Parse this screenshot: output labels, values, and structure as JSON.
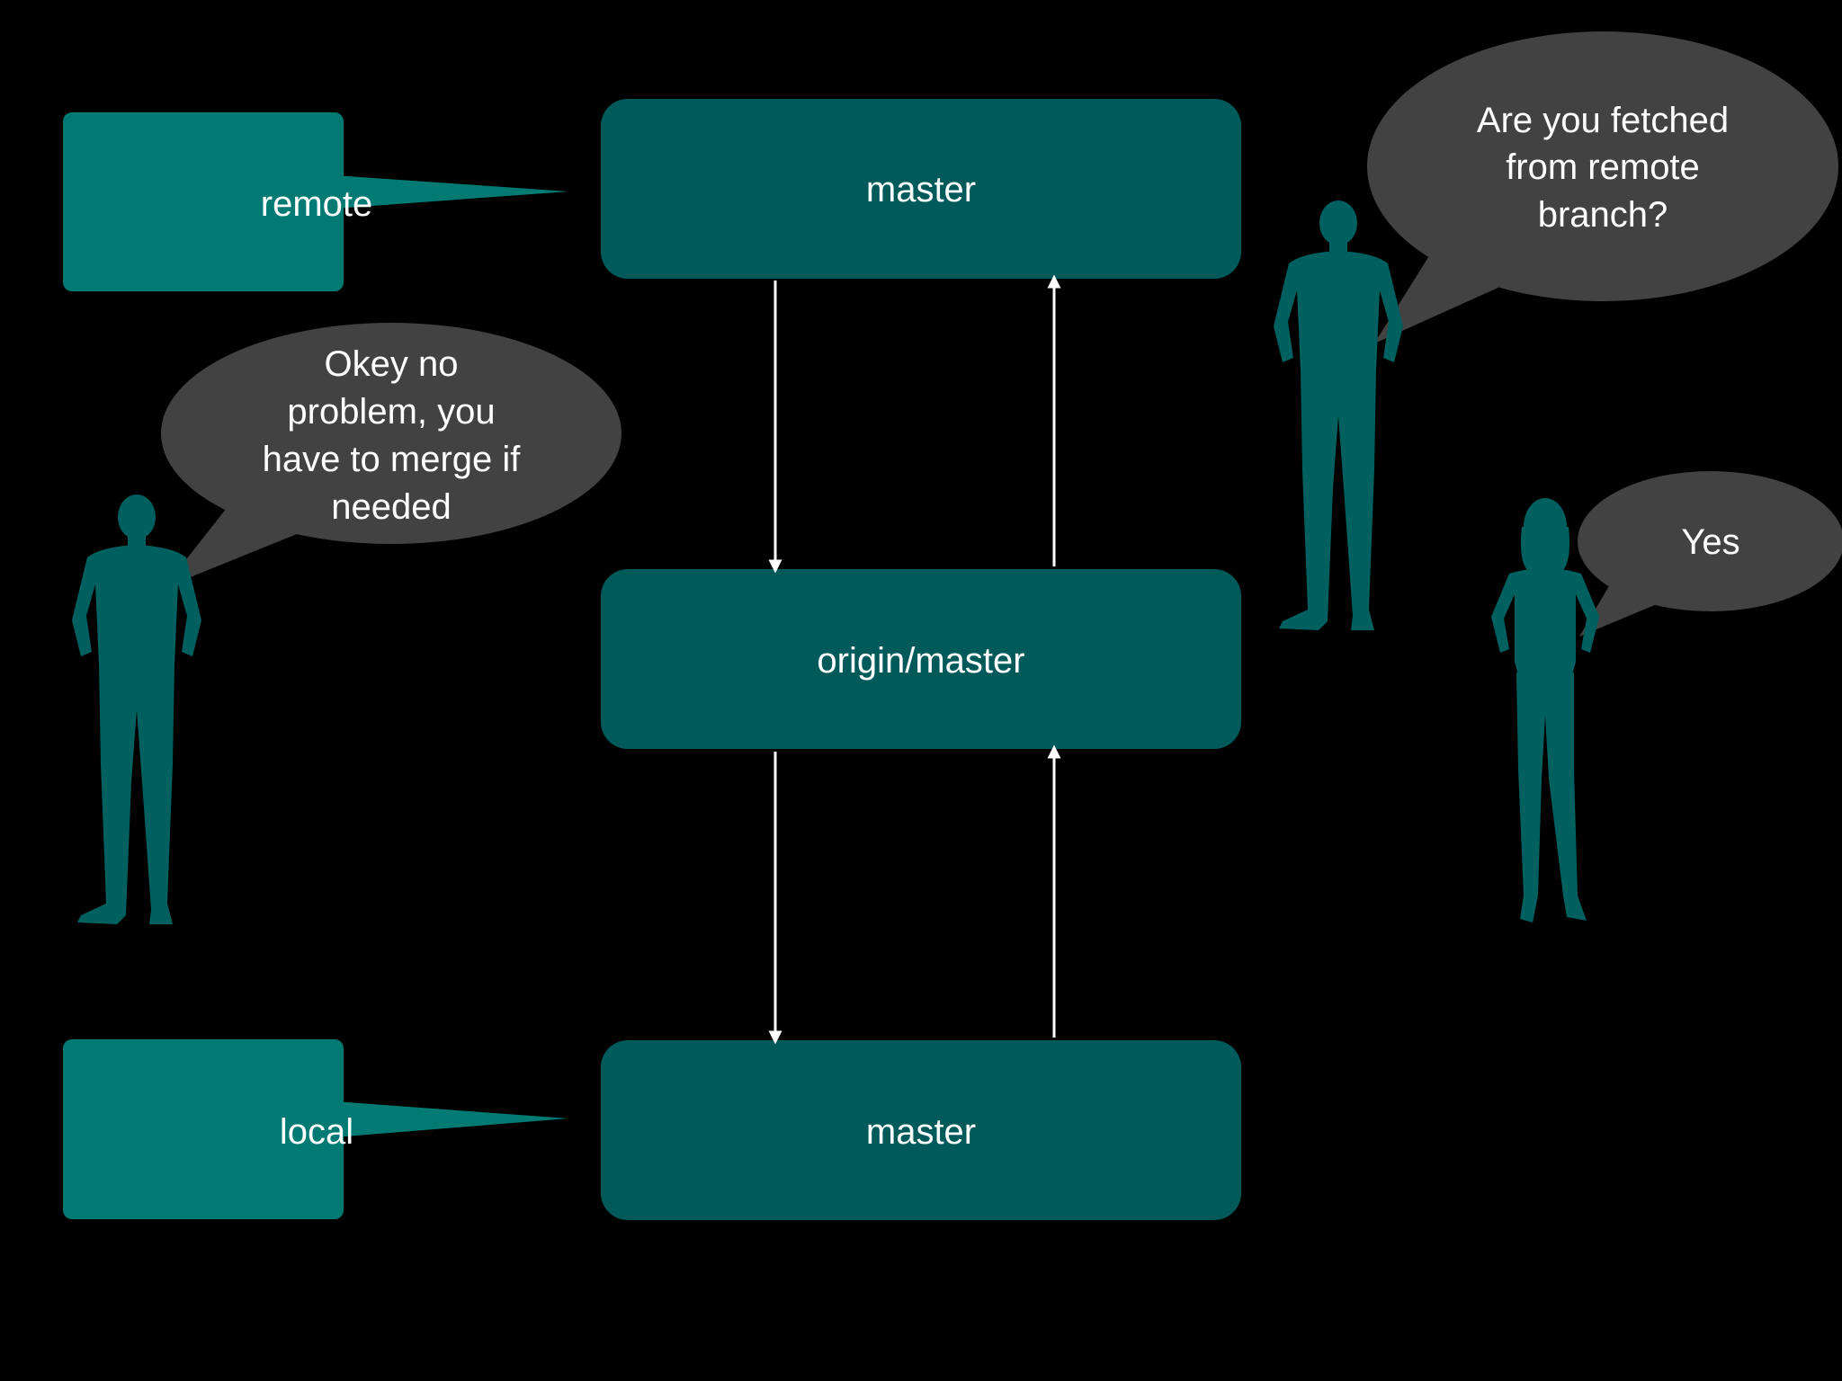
{
  "colors": {
    "background": "#000000",
    "branch_box": "#005a5a",
    "label_box": "#007a73",
    "bubble": "#424242",
    "person": "#005f5f",
    "arrow": "#ffffff",
    "text": "#ffffff"
  },
  "labels": {
    "remote": "remote",
    "local": "local"
  },
  "boxes": {
    "remote_master": "master",
    "origin_master": "origin/master",
    "local_master": "master"
  },
  "bubbles": {
    "fetched_question": [
      "Are you fetched",
      "from remote",
      "branch?"
    ],
    "merge_answer": [
      "Okey no",
      "problem, you",
      "have to merge if",
      "needed"
    ],
    "yes_answer": [
      "Yes"
    ]
  },
  "icons": {
    "person_left": "man-silhouette-icon",
    "person_right_man": "man-silhouette-icon",
    "person_right_woman": "woman-silhouette-icon"
  }
}
